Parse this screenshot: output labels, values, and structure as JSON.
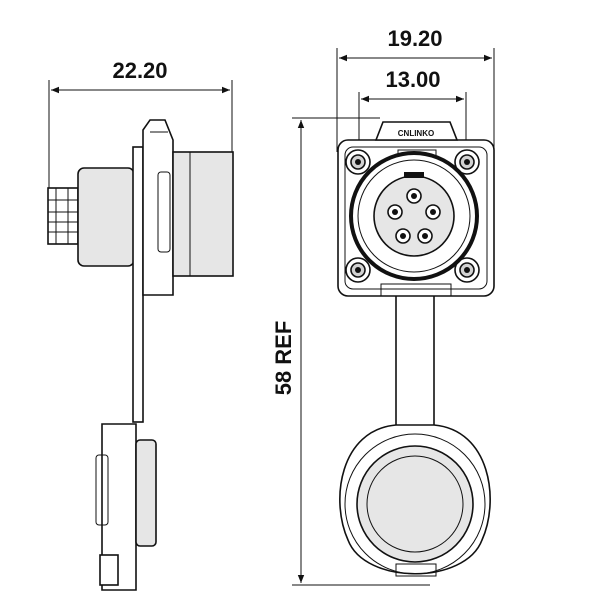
{
  "dimensions": {
    "side_width": "22.20",
    "flange_width": "19.20",
    "hole_spacing": "13.00",
    "total_height": "58 REF"
  },
  "brand": "CNLINKO"
}
